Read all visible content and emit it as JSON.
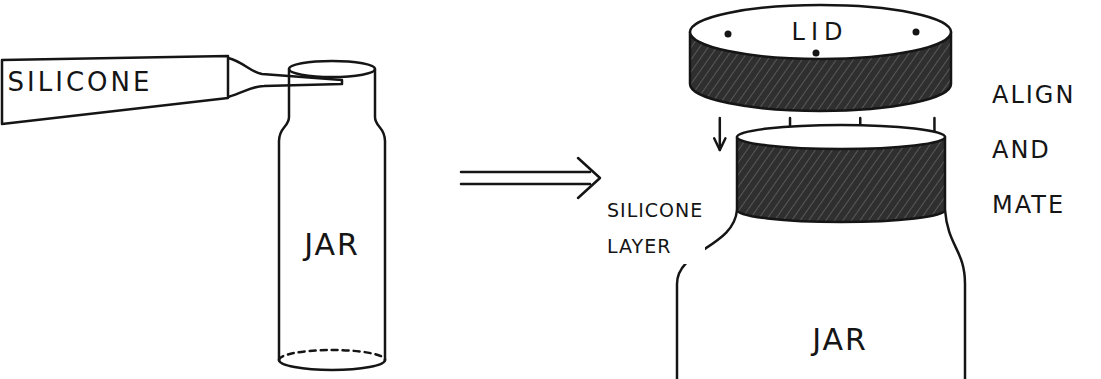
{
  "diagram": {
    "nodes": [
      {
        "text": [
          "SILICONE"
        ]
      },
      {
        "text": [
          "JAR"
        ]
      },
      {
        "text": [
          "LID"
        ]
      },
      {
        "text": [
          "JAR"
        ]
      }
    ],
    "edges": [
      {
        "from": 1,
        "to": 3,
        "arrow": "to"
      },
      {
        "from": 2,
        "to": 3,
        "arrow": "to"
      }
    ],
    "labels": [
      "SILICONE LAYER",
      "ALIGN AND MATE"
    ]
  }
}
